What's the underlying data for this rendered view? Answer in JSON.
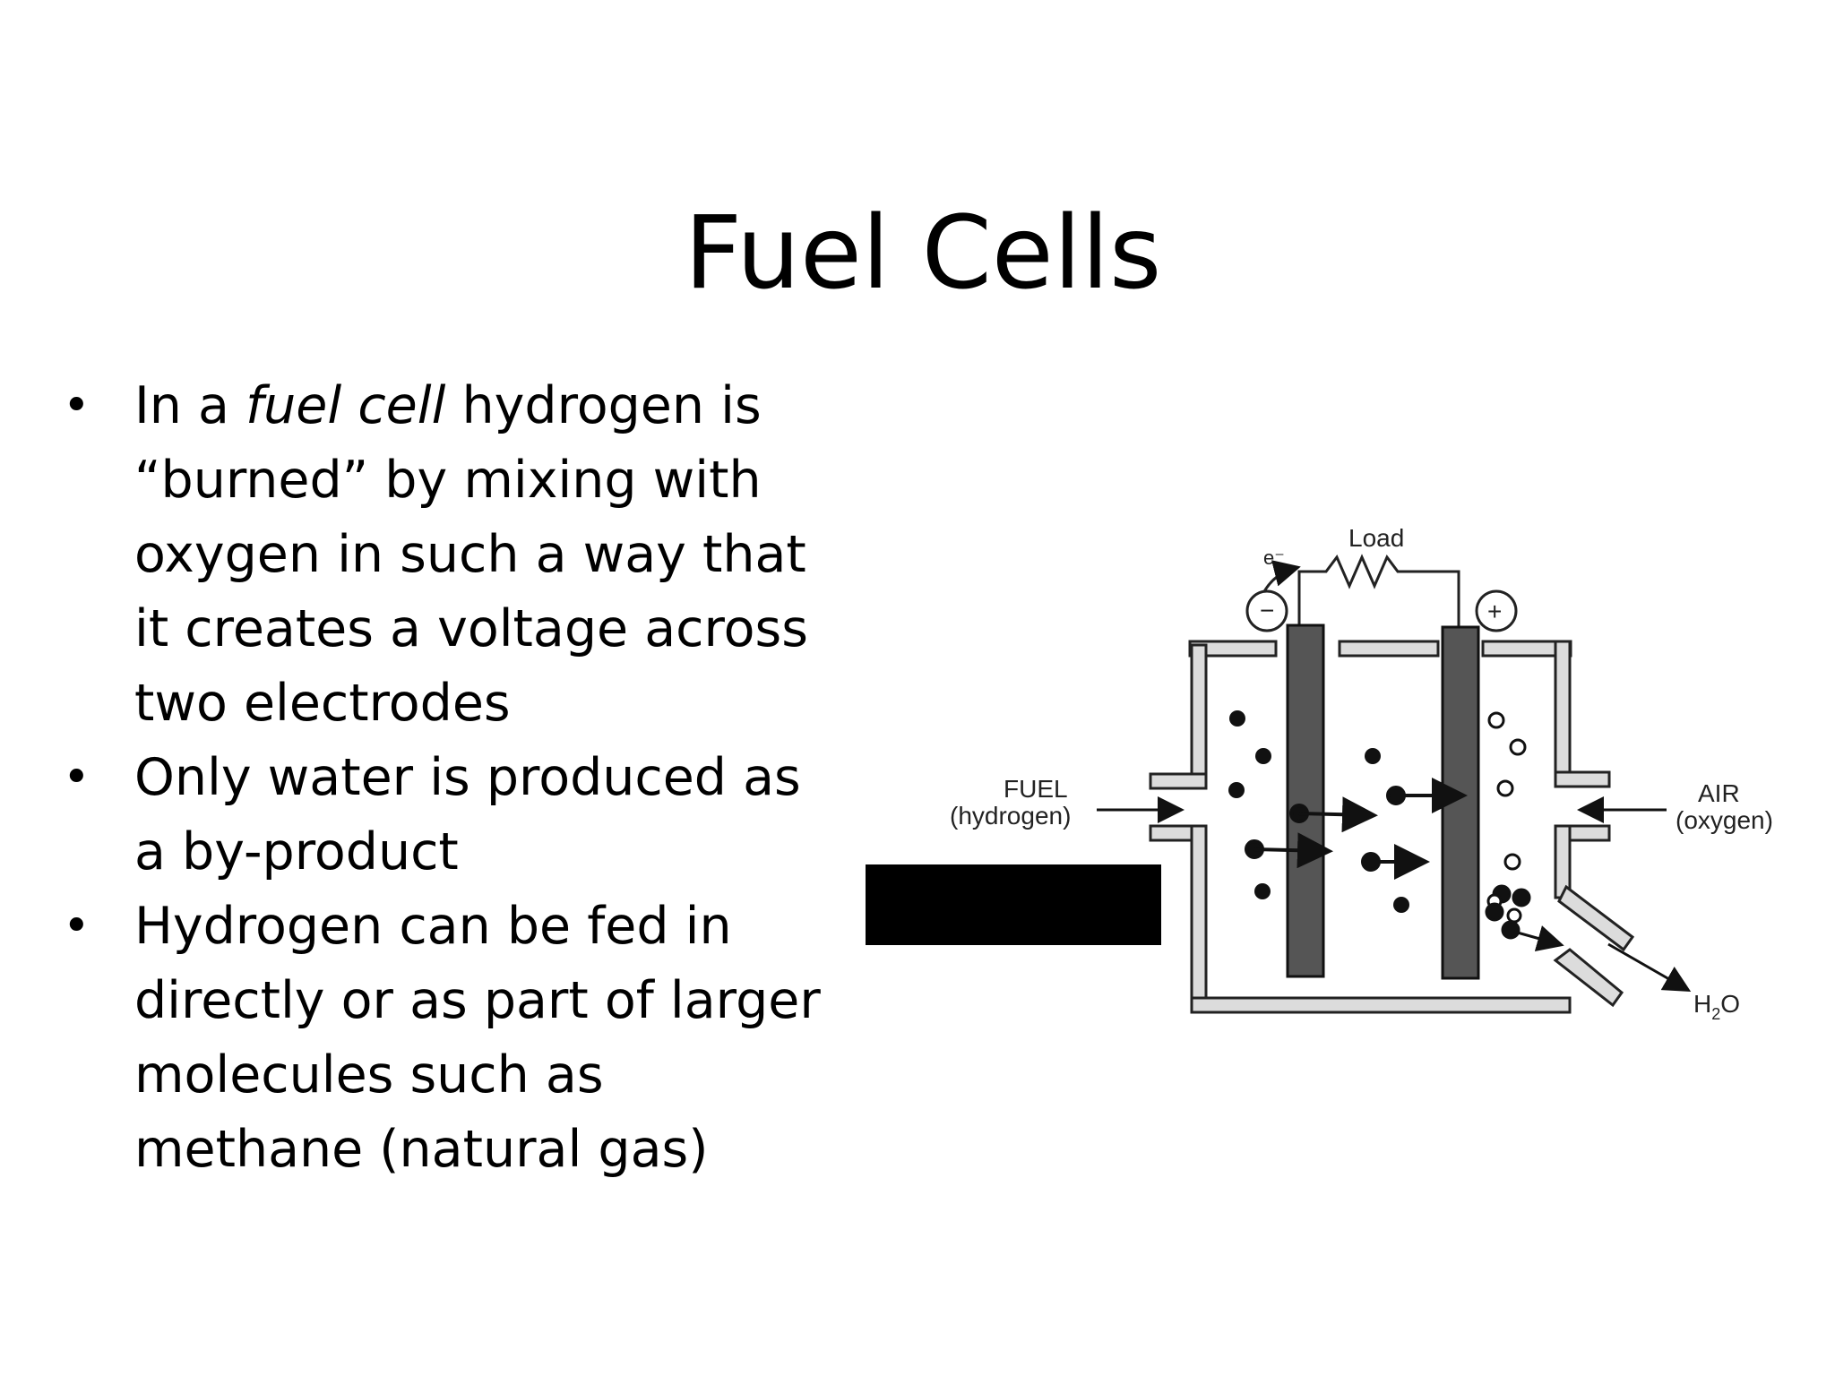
{
  "slide": {
    "title": "Fuel Cells",
    "bullets": [
      {
        "before": "In a ",
        "em": "fuel cell",
        "after": " hydrogen is “burned” by mixing with oxygen in such a way that it creates a voltage across two electrodes"
      },
      {
        "before": "Only water is produced as a by-product",
        "em": "",
        "after": ""
      },
      {
        "before": "Hydrogen can be fed in directly or as part of larger molecules such as methane (natural gas)",
        "em": "",
        "after": ""
      }
    ]
  },
  "diagram": {
    "load_label": "Load",
    "electron_label": "e⁻",
    "minus_sign": "−",
    "plus_sign": "+",
    "fuel_label": "FUEL",
    "fuel_sub": "(hydrogen)",
    "air_label": "AIR",
    "air_sub": "(oxygen)",
    "water_label_main": "H",
    "water_label_sub": "2",
    "water_label_end": "O"
  }
}
